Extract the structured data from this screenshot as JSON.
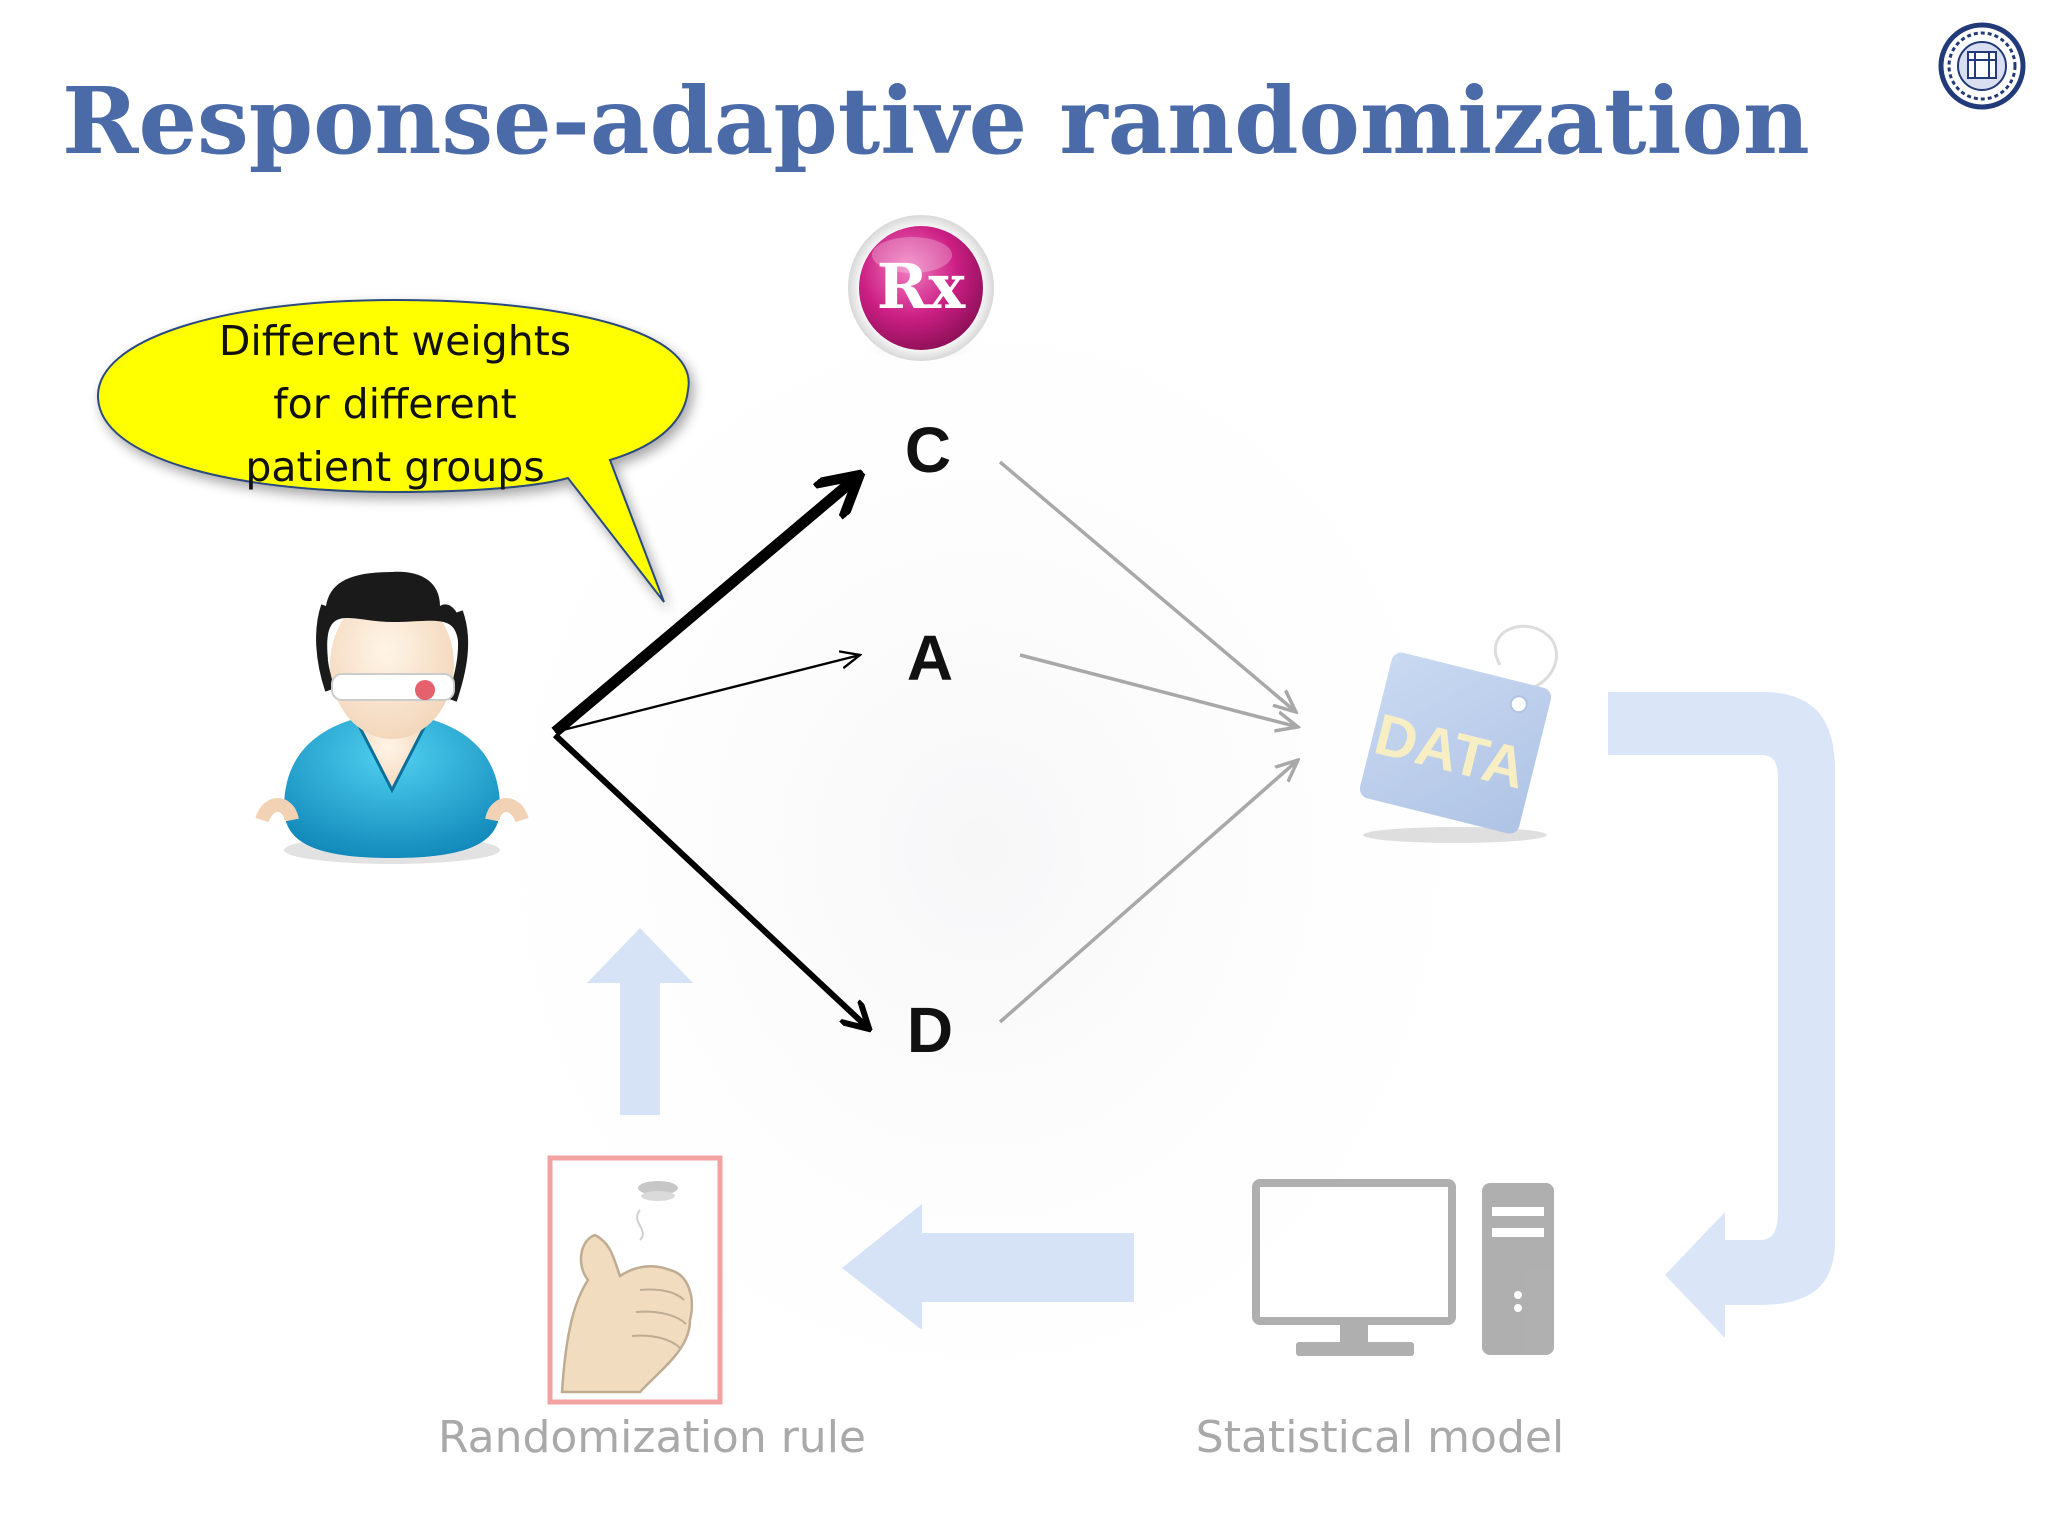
{
  "slide": {
    "title": "Response-adaptive randomization"
  },
  "callout": {
    "lines": [
      "Different weights",
      "for different",
      "patient groups"
    ],
    "color": "#ffff00"
  },
  "treatments": {
    "c_label": "C",
    "a_label": "A",
    "d_label": "D"
  },
  "icons": {
    "prescription_badge": "Rx",
    "data_tag": "DATA",
    "patient": "patient-icon",
    "computer": "computer-icon",
    "coin_flip": "thumb-coin-flip-icon",
    "logo": "university-seal-icon"
  },
  "captions": {
    "randomization_rule": "Randomization rule",
    "statistical_model": "Statistical model"
  },
  "colors": {
    "title": "#4a6aa8",
    "faded_arrow": "#d6e3f7",
    "gray_arrow": "#a8a8a8",
    "rx_badge": "#cc1f84",
    "rule_frame": "#f2a2a2"
  }
}
